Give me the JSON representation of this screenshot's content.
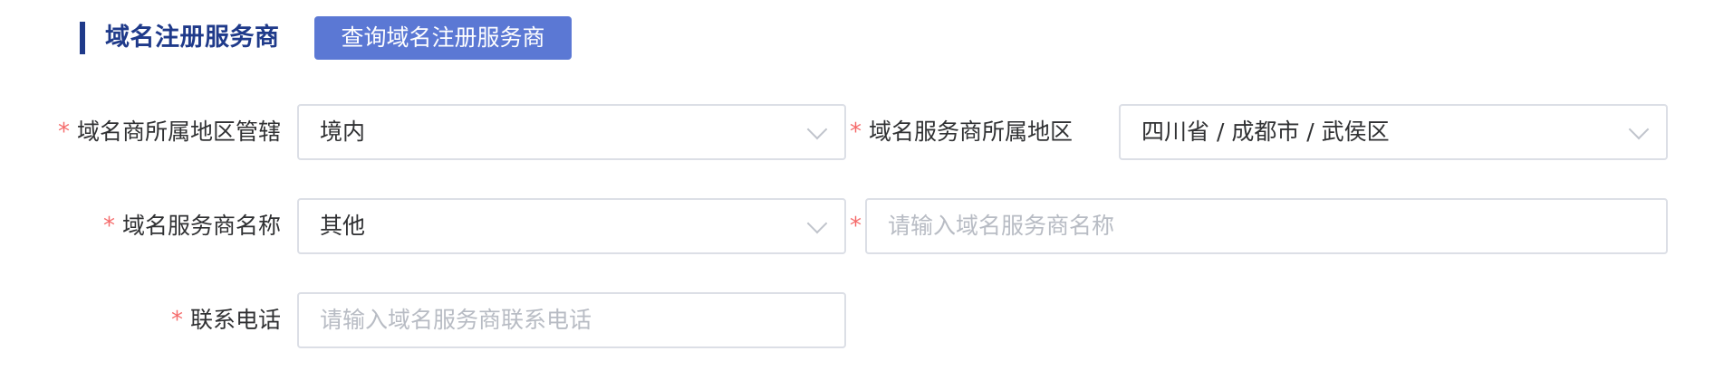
{
  "section": {
    "title": "域名注册服务商",
    "query_button": "查询域名注册服务商"
  },
  "form": {
    "required_mark": "*",
    "registrar_jurisdiction": {
      "label": "域名商所属地区管辖",
      "value": "境内",
      "type": "select"
    },
    "registrar_region": {
      "label": "域名服务商所属地区",
      "value": "四川省 / 成都市 / 武侯区",
      "type": "cascader"
    },
    "registrar_name": {
      "label": "域名服务商名称",
      "value": "其他",
      "type": "select"
    },
    "registrar_name_other": {
      "placeholder": "请输入域名服务商名称",
      "value": ""
    },
    "contact_phone": {
      "label": "联系电话",
      "placeholder": "请输入域名服务商联系电话",
      "value": ""
    }
  },
  "colors": {
    "accent": "#1f3a8a",
    "button": "#5b78d4",
    "required": "#f56c6c",
    "border": "#dcdfe6",
    "placeholder": "#b8bcc4"
  }
}
